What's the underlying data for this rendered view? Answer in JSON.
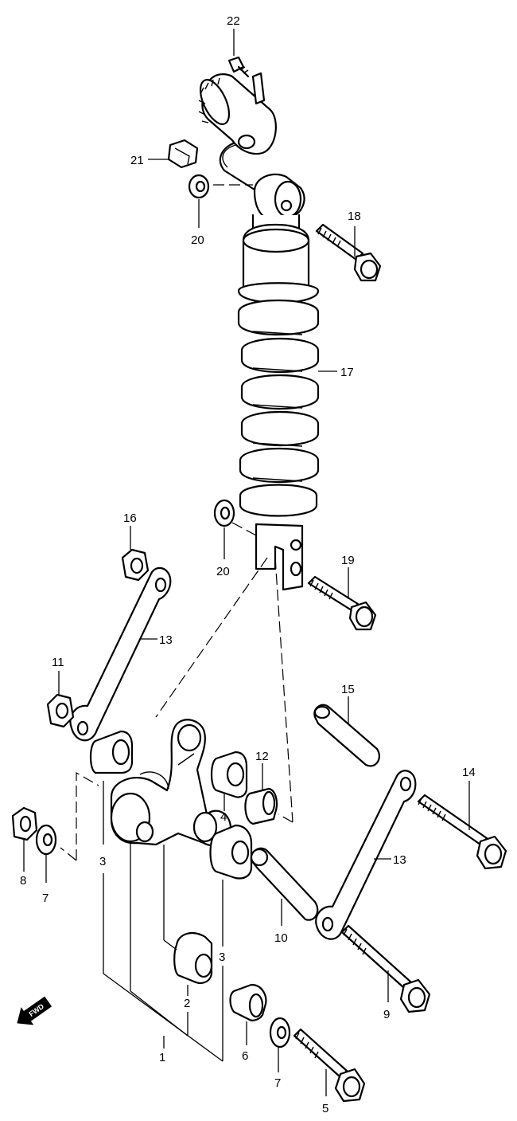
{
  "callouts": {
    "c1": "1",
    "c2": "2",
    "c3a": "3",
    "c3b": "3",
    "c4": "4",
    "c5": "5",
    "c6": "6",
    "c7a": "7",
    "c7b": "7",
    "c8": "8",
    "c9": "9",
    "c10": "10",
    "c11": "11",
    "c12": "12",
    "c13a": "13",
    "c13b": "13",
    "c14": "14",
    "c15": "15",
    "c16": "16",
    "c17": "17",
    "c18": "18",
    "c19": "19",
    "c20a": "20",
    "c20b": "20",
    "c21": "21",
    "c22": "22"
  },
  "fwd_label": "FWD",
  "icons": {
    "fwd": "forward-arrow-icon"
  }
}
